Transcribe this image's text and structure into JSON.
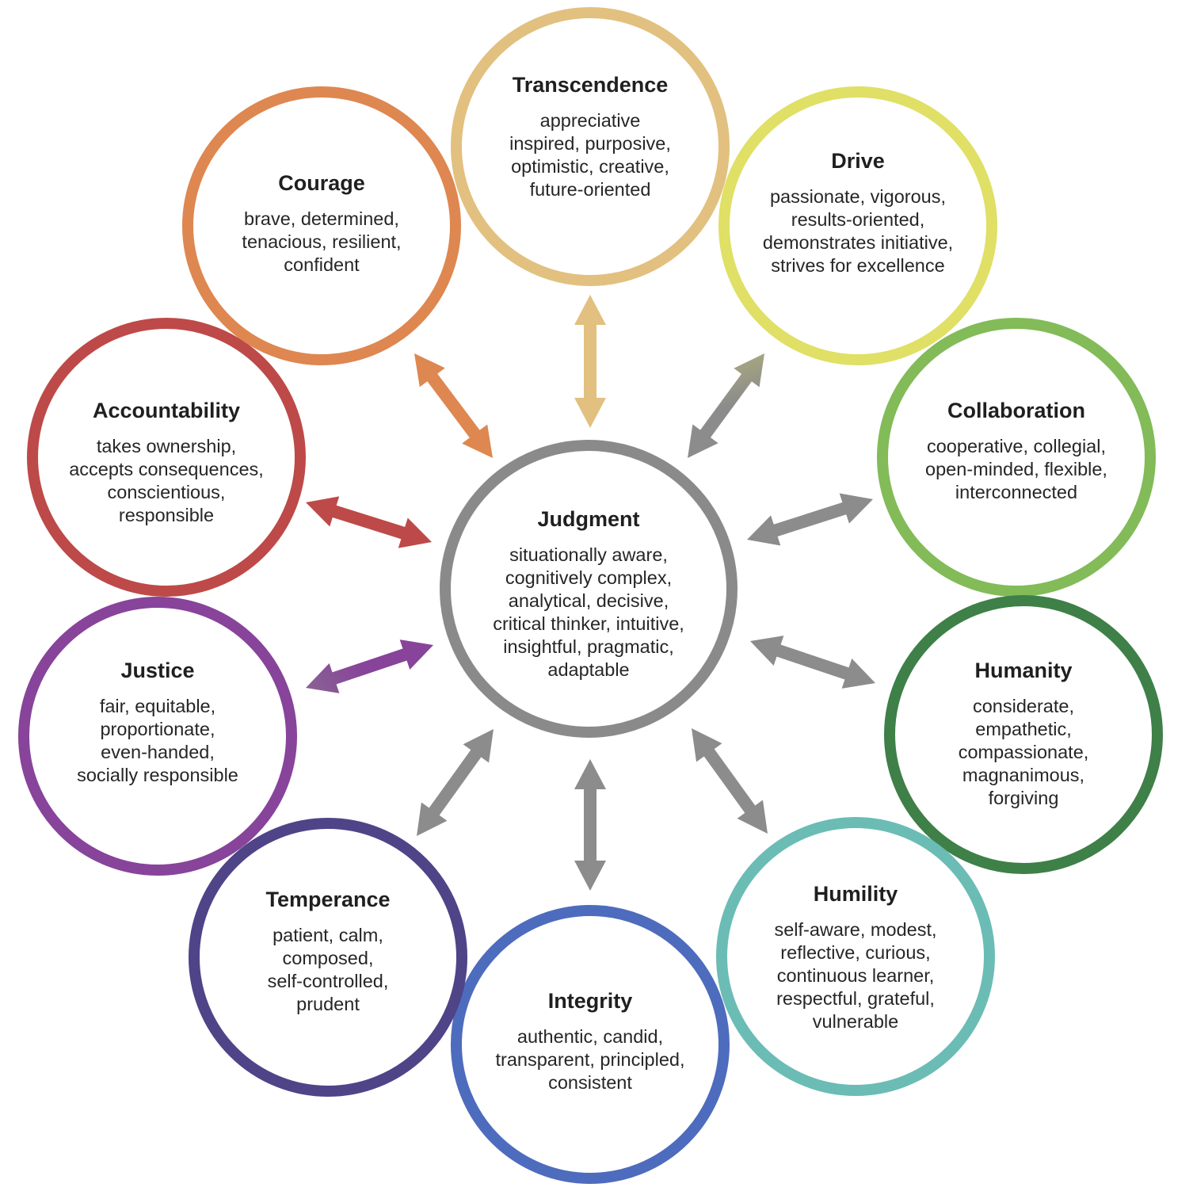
{
  "center": {
    "title": "Judgment",
    "lines": [
      "situationally aware,",
      "cognitively complex,",
      "analytical, decisive,",
      "critical thinker, intuitive,",
      "insightful, pragmatic,",
      "adaptable"
    ],
    "color": "#8a8a8a"
  },
  "nodes": [
    {
      "id": "transcendence",
      "title": "Transcendence",
      "lines": [
        "appreciative",
        "inspired, purposive,",
        "optimistic, creative,",
        "future-oriented"
      ],
      "color": "#e2c07f"
    },
    {
      "id": "drive",
      "title": "Drive",
      "lines": [
        "passionate, vigorous,",
        "results-oriented,",
        "demonstrates initiative,",
        "strives for excellence"
      ],
      "color": "#dfe065"
    },
    {
      "id": "collaboration",
      "title": "Collaboration",
      "lines": [
        "cooperative, collegial,",
        "open-minded, flexible,",
        "interconnected"
      ],
      "color": "#82bb58"
    },
    {
      "id": "humanity",
      "title": "Humanity",
      "lines": [
        "considerate,",
        "empathetic,",
        "compassionate,",
        "magnanimous,",
        "forgiving"
      ],
      "color": "#3e8048"
    },
    {
      "id": "humility",
      "title": "Humility",
      "lines": [
        "self-aware, modest,",
        "reflective, curious,",
        "continuous learner,",
        "respectful, grateful,",
        "vulnerable"
      ],
      "color": "#6bbcb5"
    },
    {
      "id": "integrity",
      "title": "Integrity",
      "lines": [
        "authentic, candid,",
        "transparent, principled,",
        "consistent"
      ],
      "color": "#4e6cbd"
    },
    {
      "id": "temperance",
      "title": "Temperance",
      "lines": [
        "patient, calm,",
        "composed,",
        "self-controlled,",
        "prudent"
      ],
      "color": "#4f4488"
    },
    {
      "id": "justice",
      "title": "Justice",
      "lines": [
        "fair, equitable,",
        "proportionate,",
        "even-handed,",
        "socially responsible"
      ],
      "color": "#87449a"
    },
    {
      "id": "accountability",
      "title": "Accountability",
      "lines": [
        "takes ownership,",
        "accepts consequences,",
        "conscientious,",
        "responsible"
      ],
      "color": "#bd4a48"
    },
    {
      "id": "courage",
      "title": "Courage",
      "lines": [
        "brave, determined,",
        "tenacious, resilient,",
        "confident"
      ],
      "color": "#de8750"
    }
  ]
}
